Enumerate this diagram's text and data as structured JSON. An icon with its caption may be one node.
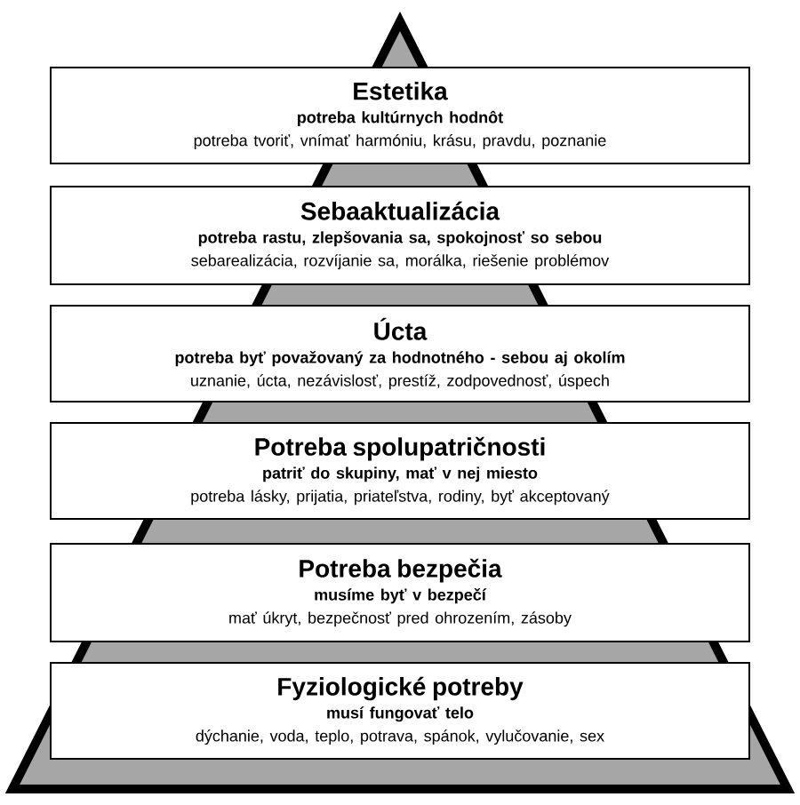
{
  "diagram": {
    "nodes": [
      {
        "text": [
          "Estetika",
          "potreba kultúrnych hodnôt",
          "potreba tvoriť, vnímať harmóniu, krásu, pravdu, poznanie"
        ]
      },
      {
        "text": [
          "Sebaaktualizácia",
          "potreba rastu, zlepšovania sa, spokojnosť so sebou",
          "sebarealizácia, rozvíjanie sa, morálka, riešenie problémov"
        ]
      },
      {
        "text": [
          "Úcta",
          "potreba byť považovaný za hodnotného - sebou aj okolím",
          "uznanie, úcta, nezávislosť, prestíž, zodpovednosť, úspech"
        ]
      },
      {
        "text": [
          "Potreba spolupatričnosti",
          "patriť do skupiny, mať v nej miesto",
          "potreba lásky, prijatia, priateľstva, rodiny, byť akceptovaný"
        ]
      },
      {
        "text": [
          "Potreba bezpečia",
          "musíme byť v bezpečí",
          "mať úkryt, bezpečnosť pred ohrozením, zásoby"
        ]
      },
      {
        "text": [
          "Fyziologické potreby",
          "musí fungovať telo",
          "dýchanie, voda, teplo, potrava, spánok, vylučovanie, sex"
        ]
      }
    ]
  }
}
